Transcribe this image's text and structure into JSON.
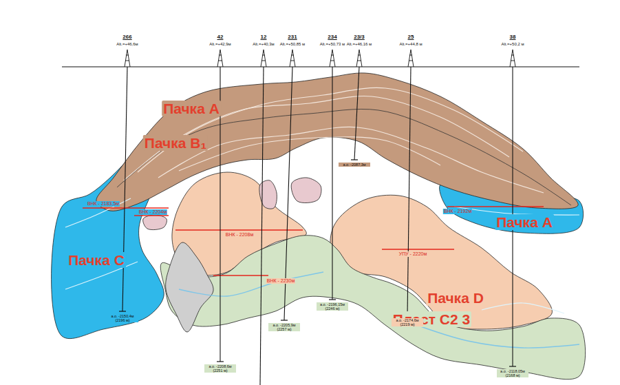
{
  "diagram": {
    "labels": [
      "266",
      "Alt.=+46,6м",
      "42",
      "Alt.=+42,9м",
      "12",
      "Alt.=+40,3м",
      "231",
      "Alt.=+50,85 м",
      "234",
      "Alt.=+50,73 м",
      "23/3",
      "Alt.=+46,16 м",
      "25",
      "Alt.=+44,8 м",
      "38",
      "Alt.=+50,2 м",
      "Пачка А",
      "Пачка В₁",
      "Пачка А",
      "Пачка С",
      "Пачка D",
      "Пласт С2 3",
      "ВНК - 2183,5м",
      "ВНК - 2204м",
      "ВНК - 2208м",
      "ВНК - 2230м",
      "ВНК - 2192м",
      "УПУ - 2220м",
      "а.о. -2150,4м (2196 м)",
      "а.о. -2208,6м (2251 м)",
      "а.о. -2205,9м (2257 м)",
      "а.о. -2196,15м (2246 м)",
      "а.о. -2087,3м",
      "а.о. -2174,6м (2219 м)",
      "а.о. -2118,05м (2168 м)"
    ]
  }
}
